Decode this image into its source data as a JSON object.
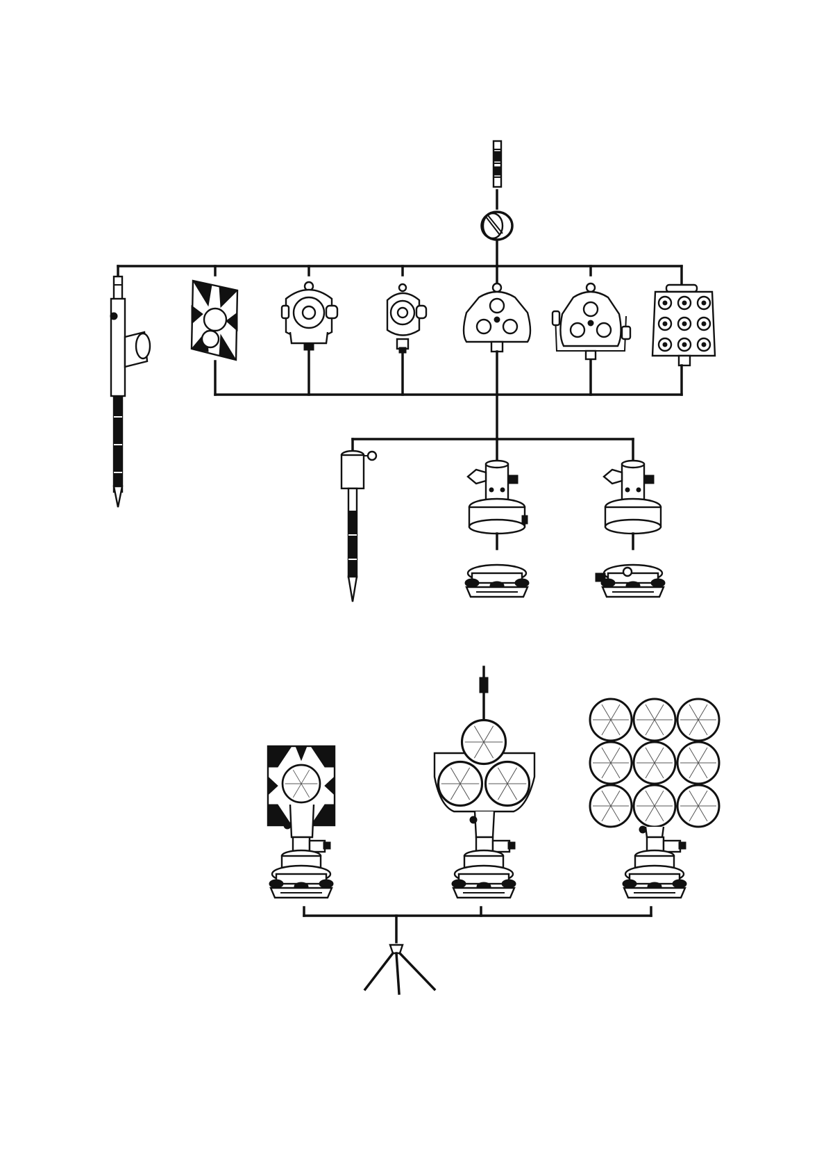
{
  "page": {
    "background": "#ffffff",
    "ink": "#111111"
  },
  "legend": [],
  "components": {
    "top": [
      "adapter-rod",
      "thread-adapter"
    ],
    "row1": [
      "prism-pole-with-holder",
      "single-prism-with-target",
      "single-prism-holder",
      "mini-prism-holder",
      "triple-prism-holder",
      "triple-prism-holder-with-yoke",
      "nine-prism-holder"
    ],
    "row2": [
      "pole-on-adapter",
      "carrier-with-optical-plummet",
      "tribrach",
      "carrier-with-optical-plummet",
      "tribrach-with-plummet"
    ],
    "assemblies": [
      "single-prism-assembly",
      "triple-prism-assembly",
      "nine-prism-assembly"
    ],
    "bottom": [
      "tripod"
    ]
  }
}
